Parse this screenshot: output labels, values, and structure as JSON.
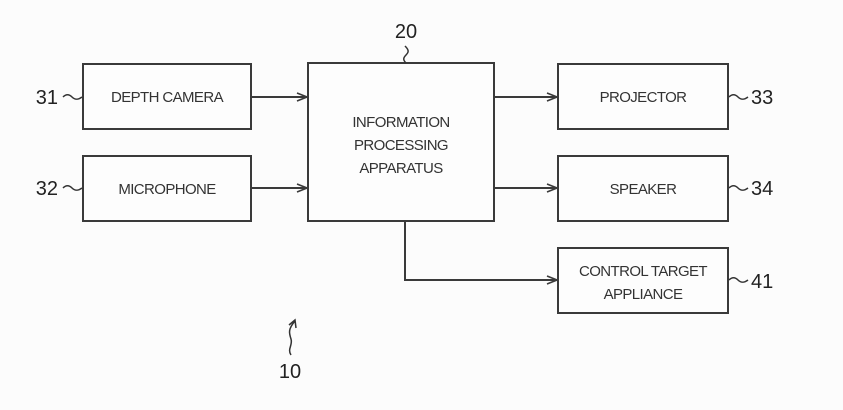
{
  "figure": {
    "overall_ref": "10",
    "blocks": {
      "depth_camera": {
        "ref": "31",
        "lines": [
          "DEPTH CAMERA"
        ]
      },
      "microphone": {
        "ref": "32",
        "lines": [
          "MICROPHONE"
        ]
      },
      "info_processing": {
        "ref": "20",
        "lines": [
          "INFORMATION",
          "PROCESSING",
          "APPARATUS"
        ]
      },
      "projector": {
        "ref": "33",
        "lines": [
          "PROJECTOR"
        ]
      },
      "speaker": {
        "ref": "34",
        "lines": [
          "SPEAKER"
        ]
      },
      "control_target": {
        "ref": "41",
        "lines": [
          "CONTROL TARGET",
          "APPLIANCE"
        ]
      }
    },
    "connections": [
      {
        "from": "depth_camera",
        "to": "info_processing"
      },
      {
        "from": "microphone",
        "to": "info_processing"
      },
      {
        "from": "info_processing",
        "to": "projector"
      },
      {
        "from": "info_processing",
        "to": "speaker"
      },
      {
        "from": "info_processing",
        "to": "control_target"
      }
    ]
  }
}
